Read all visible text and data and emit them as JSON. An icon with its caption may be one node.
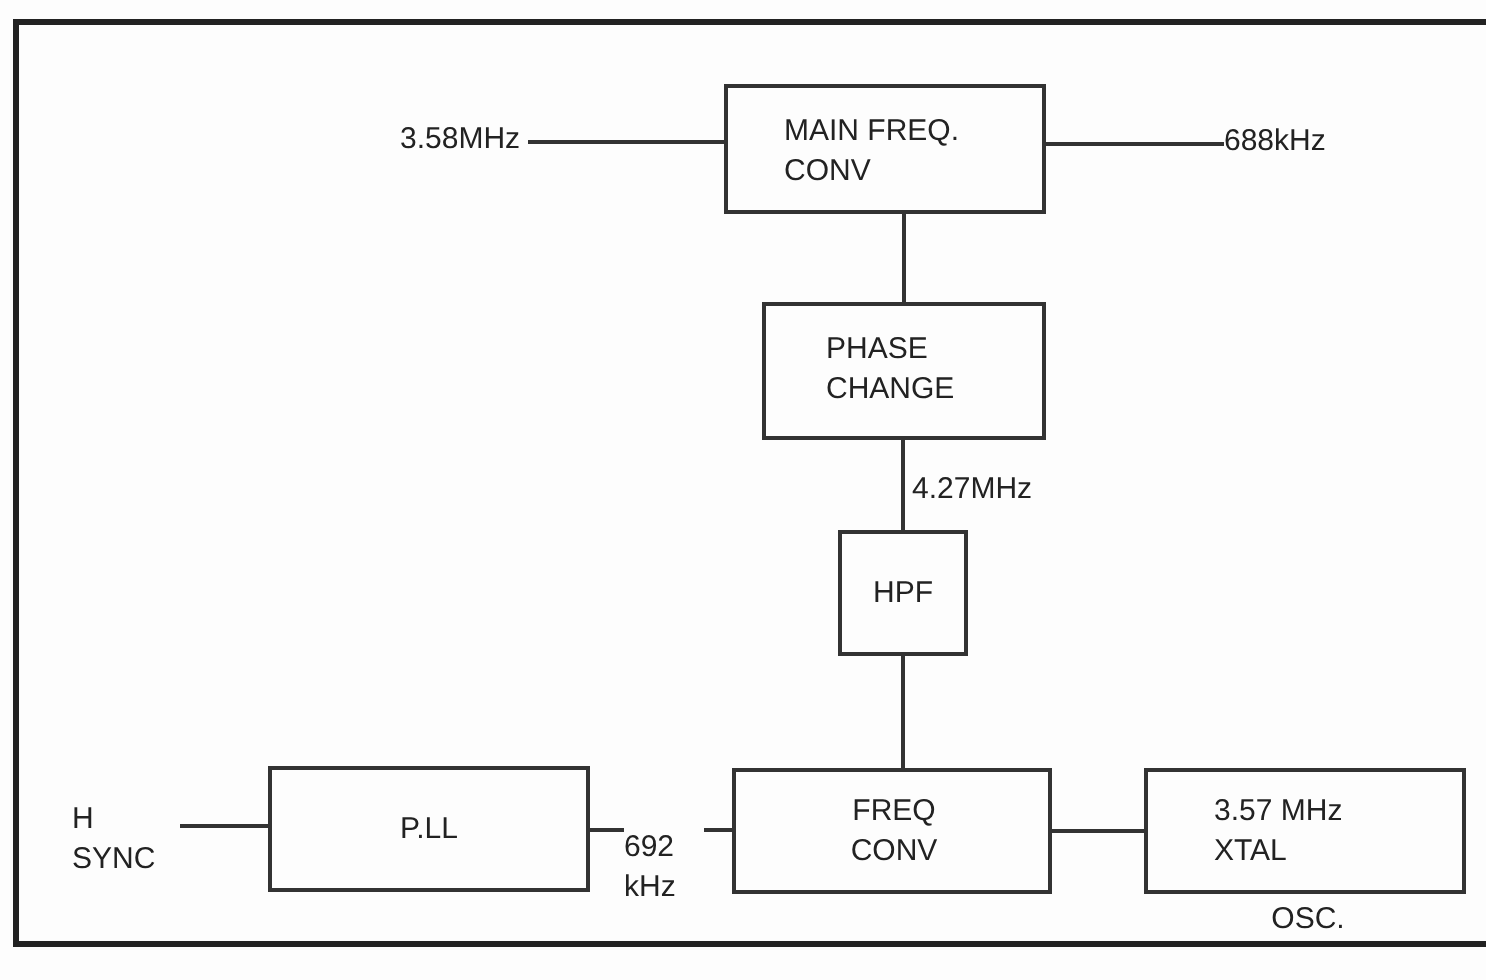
{
  "diagram": {
    "nodes": [
      {
        "text": [
          "3.58MHz"
        ]
      },
      {
        "text": [
          "MAIN FREQ. CONV"
        ]
      },
      {
        "text": [
          "688kHz"
        ]
      },
      {
        "text": [
          "PHASE CHANGE"
        ]
      },
      {
        "text": [
          "HPF"
        ]
      },
      {
        "text": [
          "H SYNC"
        ]
      },
      {
        "text": [
          "P.LL"
        ]
      },
      {
        "text": [
          "FREQ CONV"
        ]
      },
      {
        "text": [
          "3.57 MHz XTAL"
        ],
        "beside": [
          "OSC."
        ]
      }
    ],
    "edges": [
      {
        "from": 0,
        "to": 1,
        "arrow": "none"
      },
      {
        "from": 1,
        "to": 2,
        "arrow": "none"
      },
      {
        "from": 1,
        "to": 3,
        "arrow": "none"
      },
      {
        "from": 3,
        "to": 4,
        "arrow": "none",
        "label": "4.27MHz"
      },
      {
        "from": 4,
        "to": 7,
        "arrow": "none"
      },
      {
        "from": 5,
        "to": 6,
        "arrow": "none"
      },
      {
        "from": 6,
        "to": 7,
        "arrow": "none",
        "label": "692 kHz"
      },
      {
        "from": 7,
        "to": 8,
        "arrow": "none"
      }
    ]
  }
}
